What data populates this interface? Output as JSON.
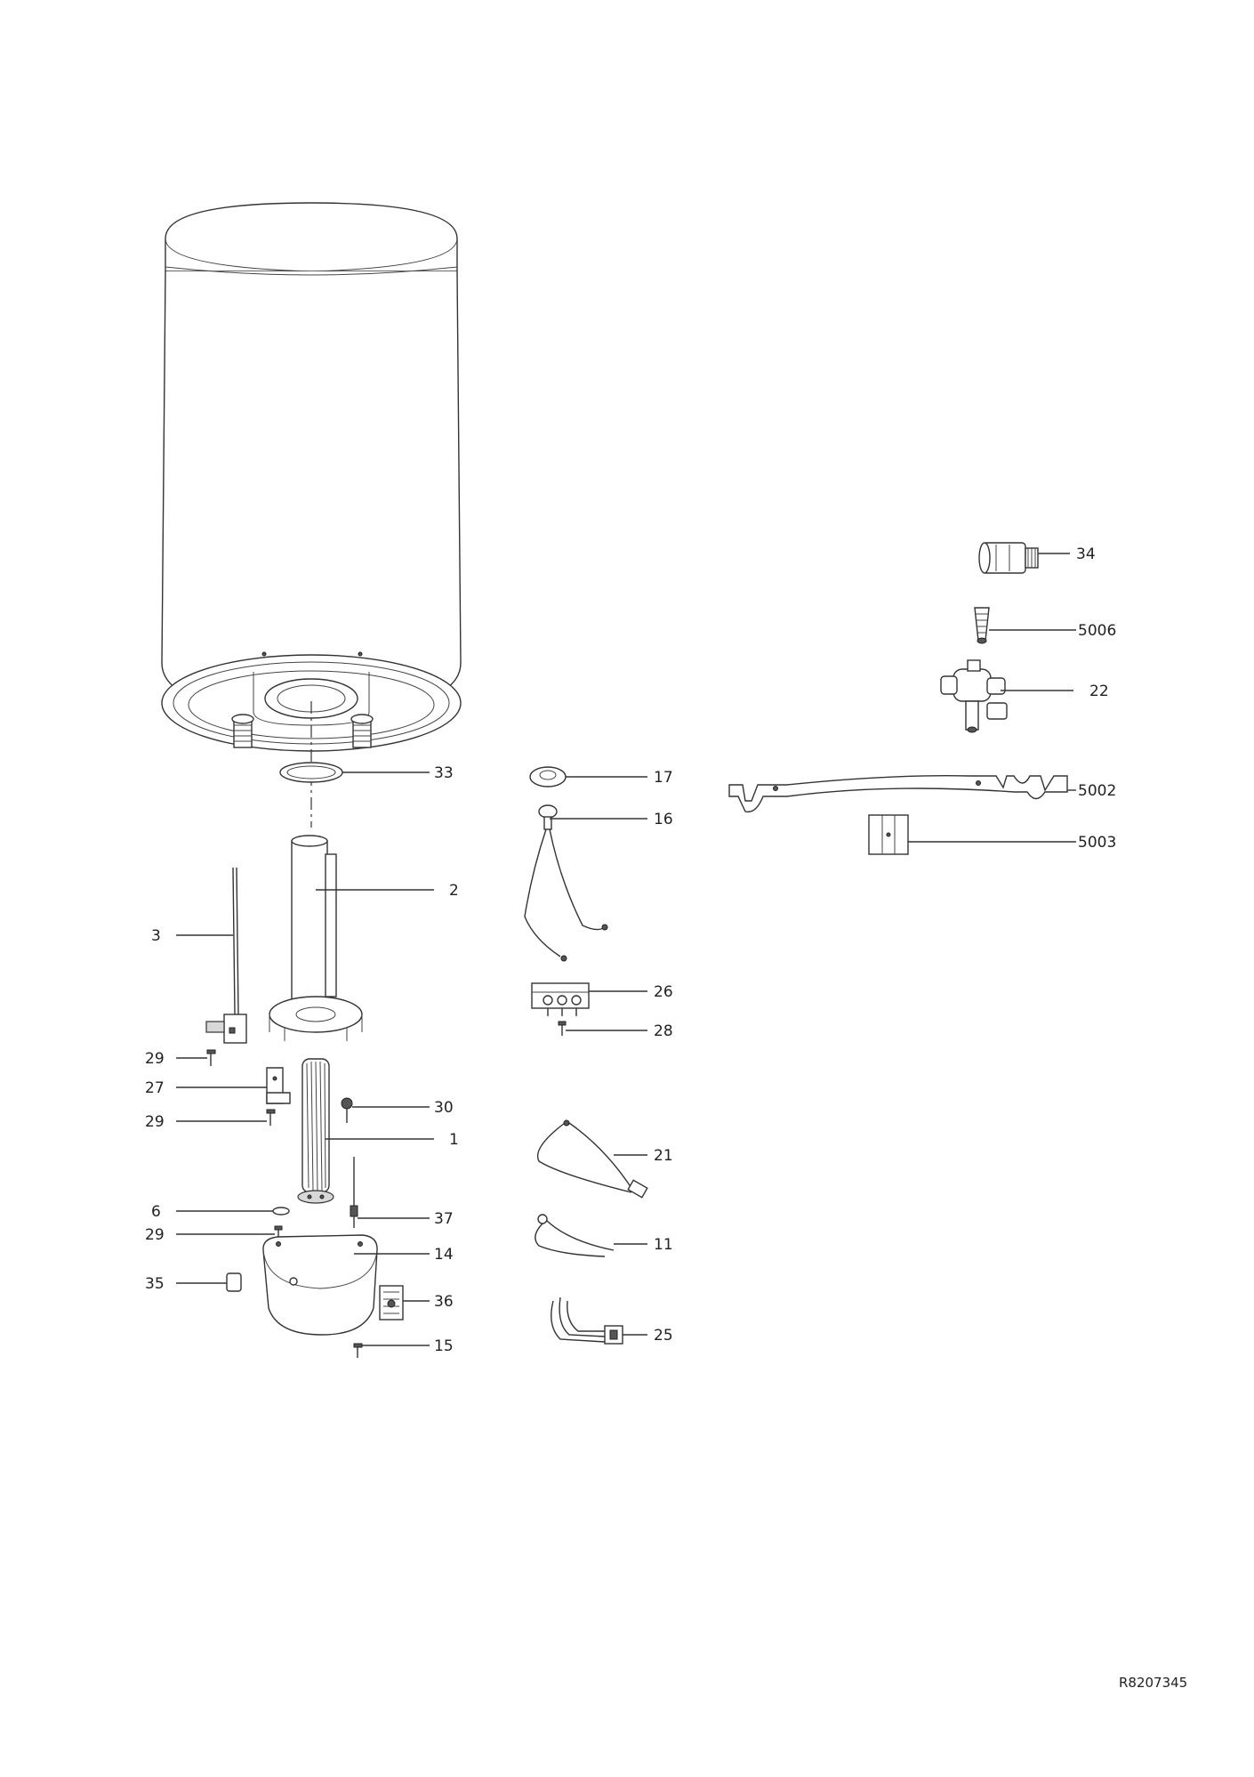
{
  "diagram": {
    "drawing_code": "R8207345",
    "callouts": [
      {
        "id": "c33",
        "label": "33"
      },
      {
        "id": "c2",
        "label": "2"
      },
      {
        "id": "c3",
        "label": "3"
      },
      {
        "id": "c29a",
        "label": "29"
      },
      {
        "id": "c27",
        "label": "27"
      },
      {
        "id": "c29b",
        "label": "29"
      },
      {
        "id": "c30",
        "label": "30"
      },
      {
        "id": "c1",
        "label": "1"
      },
      {
        "id": "c6",
        "label": "6"
      },
      {
        "id": "c29c",
        "label": "29"
      },
      {
        "id": "c37",
        "label": "37"
      },
      {
        "id": "c14",
        "label": "14"
      },
      {
        "id": "c35",
        "label": "35"
      },
      {
        "id": "c36",
        "label": "36"
      },
      {
        "id": "c15",
        "label": "15"
      },
      {
        "id": "c17",
        "label": "17"
      },
      {
        "id": "c16",
        "label": "16"
      },
      {
        "id": "c26",
        "label": "26"
      },
      {
        "id": "c28",
        "label": "28"
      },
      {
        "id": "c21",
        "label": "21"
      },
      {
        "id": "c11",
        "label": "11"
      },
      {
        "id": "c25",
        "label": "25"
      },
      {
        "id": "c34",
        "label": "34"
      },
      {
        "id": "c5006",
        "label": "5006"
      },
      {
        "id": "c22",
        "label": "22"
      },
      {
        "id": "c5002",
        "label": "5002"
      },
      {
        "id": "c5003",
        "label": "5003"
      }
    ]
  }
}
